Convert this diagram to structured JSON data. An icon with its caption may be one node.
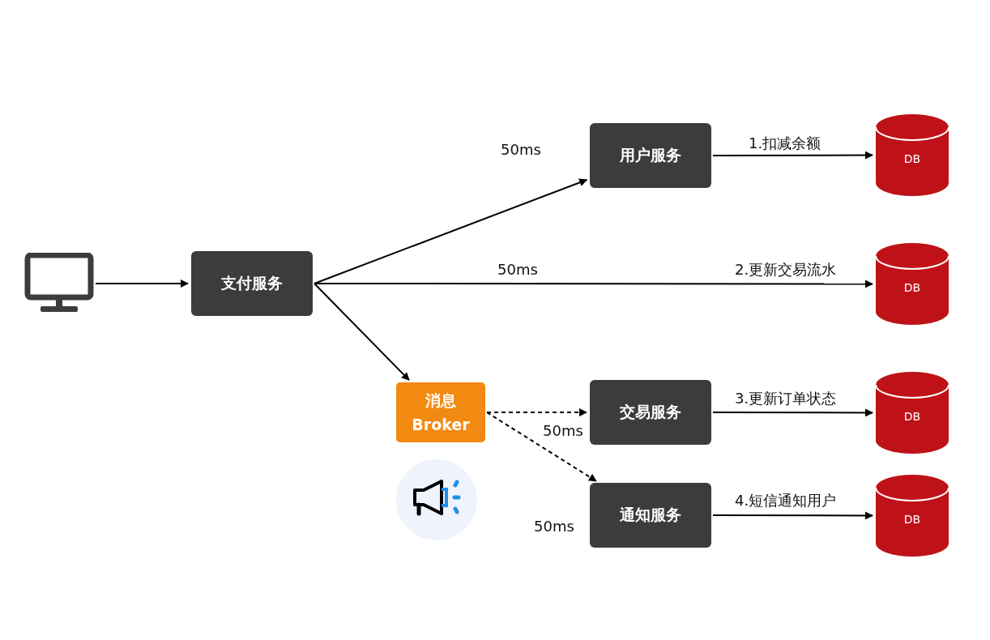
{
  "diagram": {
    "nodes": [
      {
        "text": [],
        "shape": "monitor"
      },
      {
        "text": [
          "支付服务"
        ]
      },
      {
        "text": [
          "用户服务"
        ]
      },
      {
        "text": [
          "消息 Broker"
        ]
      },
      {
        "text": [
          "交易服务"
        ]
      },
      {
        "text": [
          "通知服务"
        ]
      },
      {
        "text": [
          "DB"
        ]
      },
      {
        "text": [
          "DB"
        ]
      },
      {
        "text": [
          "DB"
        ]
      },
      {
        "text": [
          "DB"
        ]
      }
    ],
    "edges": [
      {
        "from": 0,
        "to": 1,
        "arrow": "to"
      },
      {
        "from": 1,
        "to": 2,
        "arrow": "to",
        "label": "50ms"
      },
      {
        "from": 1,
        "to": 7,
        "arrow": "to",
        "label": "2.更新交易流水"
      },
      {
        "from": 1,
        "to": 3,
        "arrow": "to"
      },
      {
        "from": 2,
        "to": 6,
        "arrow": "to",
        "label": "1.扣减余额"
      },
      {
        "from": 3,
        "to": 4,
        "arrow": "to",
        "style": "dashed",
        "label": "50ms"
      },
      {
        "from": 3,
        "to": 5,
        "arrow": "to",
        "style": "dashed",
        "label": "50ms"
      },
      {
        "from": 4,
        "to": 8,
        "arrow": "to",
        "label": "3.更新订单状态"
      },
      {
        "from": 5,
        "to": 9,
        "arrow": "to",
        "label": "4.短信通知用户"
      }
    ],
    "labels": [
      "50ms"
    ]
  }
}
